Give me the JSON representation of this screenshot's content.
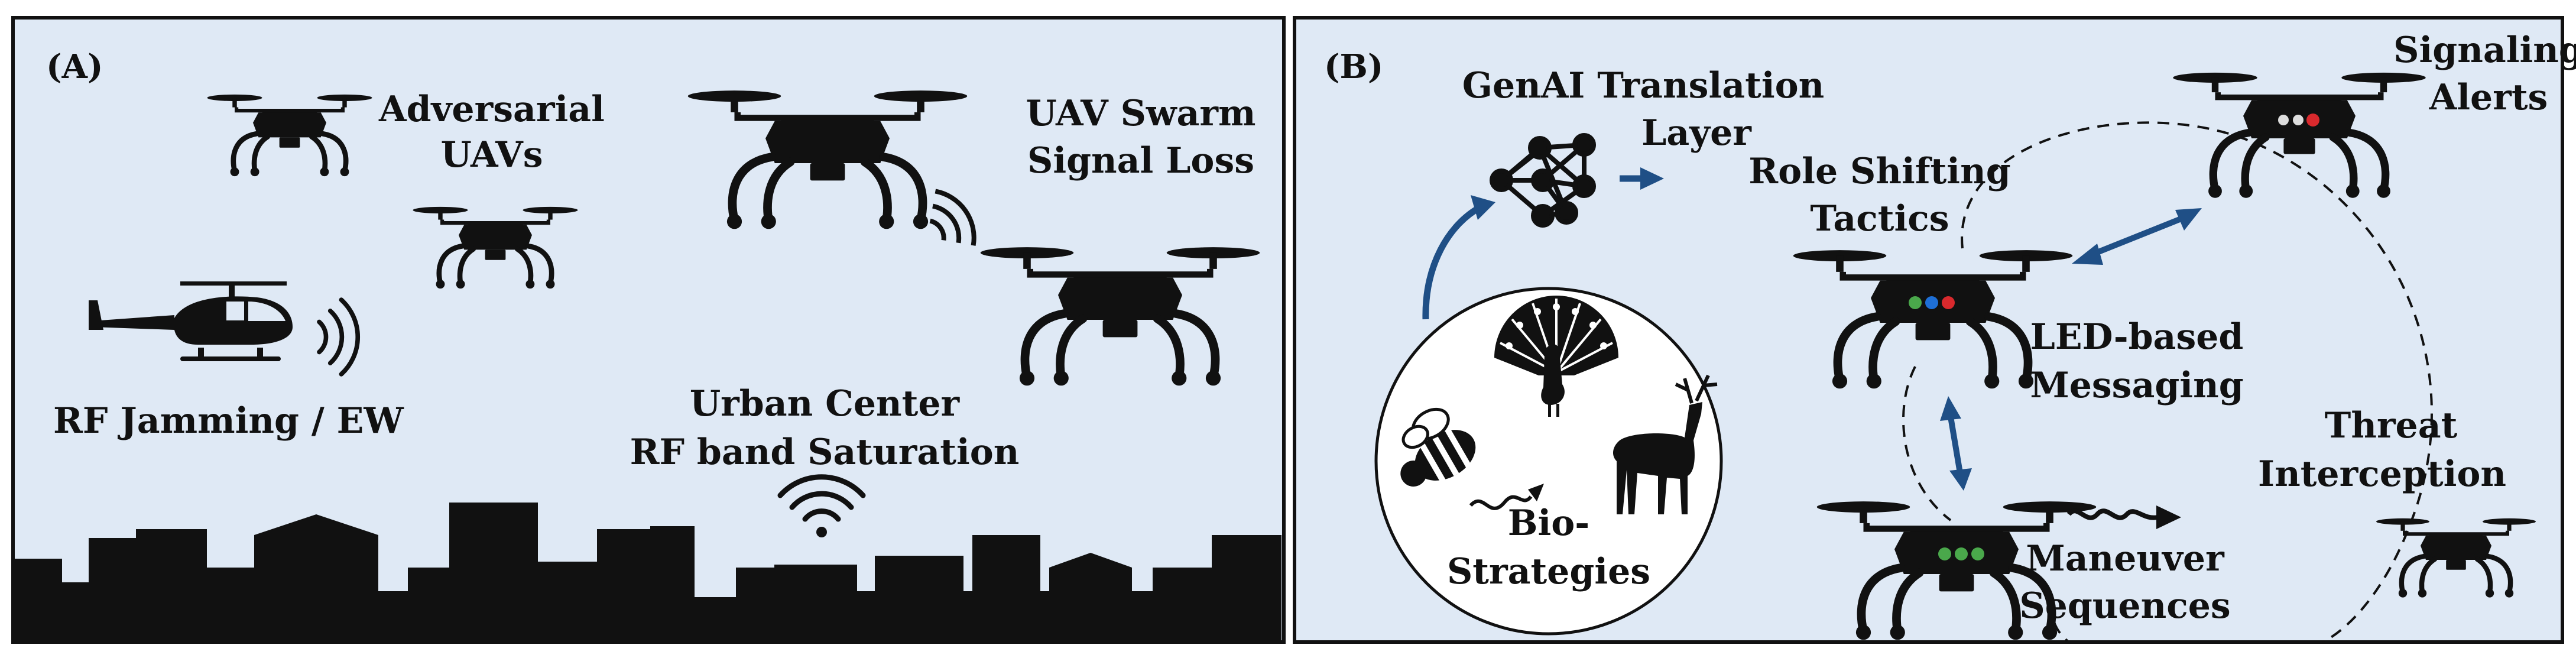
{
  "colors": {
    "panel_background": "#dfe9f5",
    "arrow": "#1f4f86",
    "led_red": "#d9292d",
    "led_green": "#4aa84b",
    "led_blue": "#1e6fd6",
    "led_white": "#dddddd"
  },
  "panel_a": {
    "tag": "(A)",
    "adversarial_uavs": [
      "Adversarial",
      "UAVs"
    ],
    "swarm_signal_loss": [
      "UAV Swarm",
      "Signal Loss"
    ],
    "rf_jamming": "RF Jamming / EW",
    "urban_center": [
      "Urban Center",
      "RF band Saturation"
    ]
  },
  "panel_b": {
    "tag": "(B)",
    "genai_layer": [
      "GenAI Translation",
      "Layer"
    ],
    "bio_strategies": [
      "Bio-",
      "Strategies"
    ],
    "role_shifting": [
      "Role Shifting",
      "Tactics"
    ],
    "signaling_alerts": [
      "Signaling",
      "Alerts"
    ],
    "led_messaging": [
      "LED-based",
      "Messaging"
    ],
    "threat_interception": [
      "Threat",
      "Interception"
    ],
    "maneuver_sequences": [
      "Maneuver",
      "Sequences"
    ]
  },
  "icons": {
    "drone": "quadcopter-drone-icon",
    "helicopter": "helicopter-icon",
    "radio_waves": "radio-waves-icon",
    "wifi": "wifi-signal-icon",
    "neural_network": "neural-network-icon",
    "bee": "bee-icon",
    "peacock": "peacock-icon",
    "deer": "deer-icon",
    "skyline": "city-skyline-icon"
  }
}
